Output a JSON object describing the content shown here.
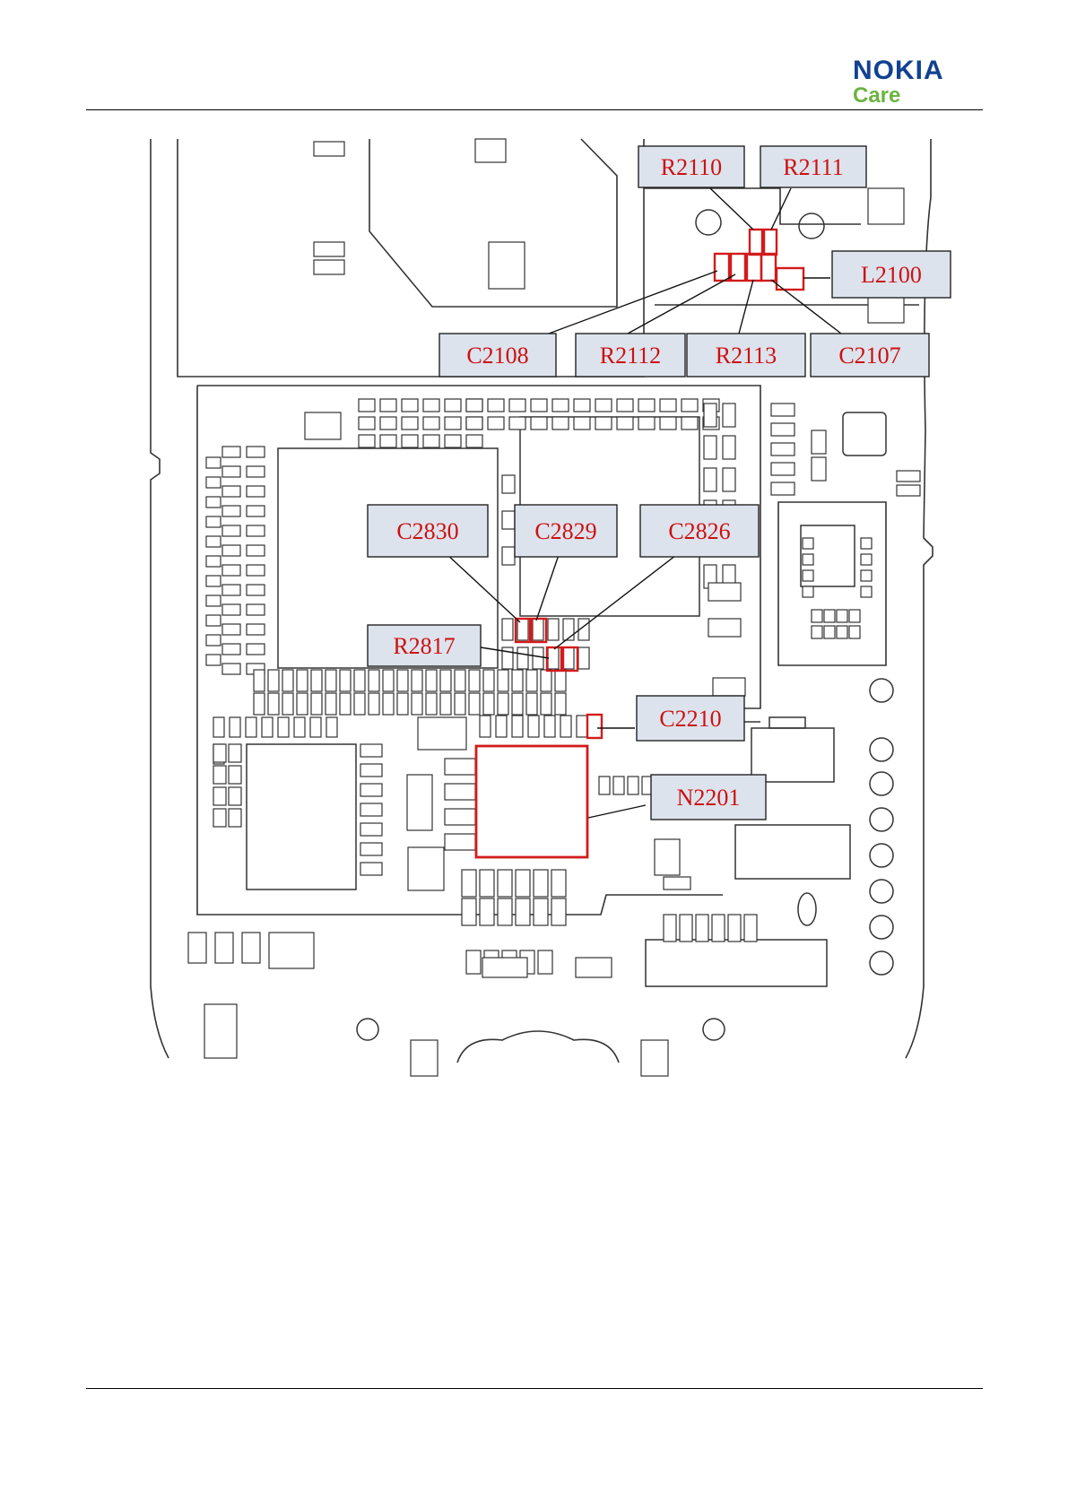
{
  "header": {
    "brand": "NOKIA",
    "sub": "Care"
  },
  "callouts": [
    "R2110",
    "R2111",
    "L2100",
    "C2108",
    "R2112",
    "R2113",
    "C2107",
    "C2830",
    "C2829",
    "C2826",
    "R2817",
    "C2210",
    "N2201"
  ],
  "colors": {
    "highlight": "#d21b1b",
    "callout_bg": "#dde3ed",
    "nokia_blue": "#124191",
    "care_green": "#6cb33f"
  }
}
